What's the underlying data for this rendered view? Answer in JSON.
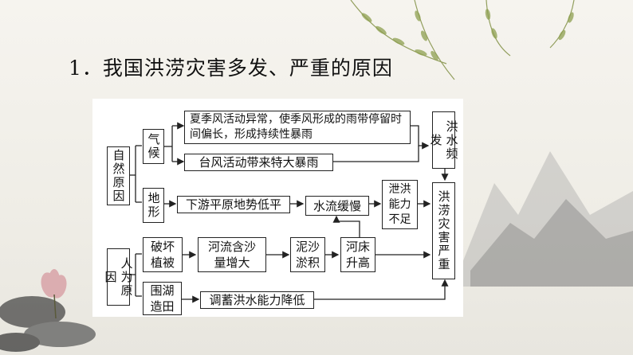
{
  "title": "1．我国洪涝灾害多发、严重的原因",
  "colors": {
    "accent": "#222222",
    "background": "#f3f1ec"
  },
  "diagram": {
    "natural_cause": "自然原因",
    "human_cause": "人为原因",
    "climate": "气候",
    "terrain": "地形",
    "monsoon": "夏季风活动异常，使季风形成的雨带停留时间偏长，形成持续性暴雨",
    "typhoon": "台风活动带来特大暴雨",
    "downstream": "下游平原地势低平",
    "slow_flow": "水流缓慢",
    "drainage": "泄洪能力不足",
    "flood_frequent": "洪水频发",
    "flood_disaster": "洪涝灾害严重",
    "vegetation": "破坏植被",
    "sediment_increase": "河流含沙量增大",
    "silt": "泥沙淤积",
    "riverbed": "河床升高",
    "reclaim": "围湖造田",
    "storage": "调蓄洪水能力降低"
  }
}
